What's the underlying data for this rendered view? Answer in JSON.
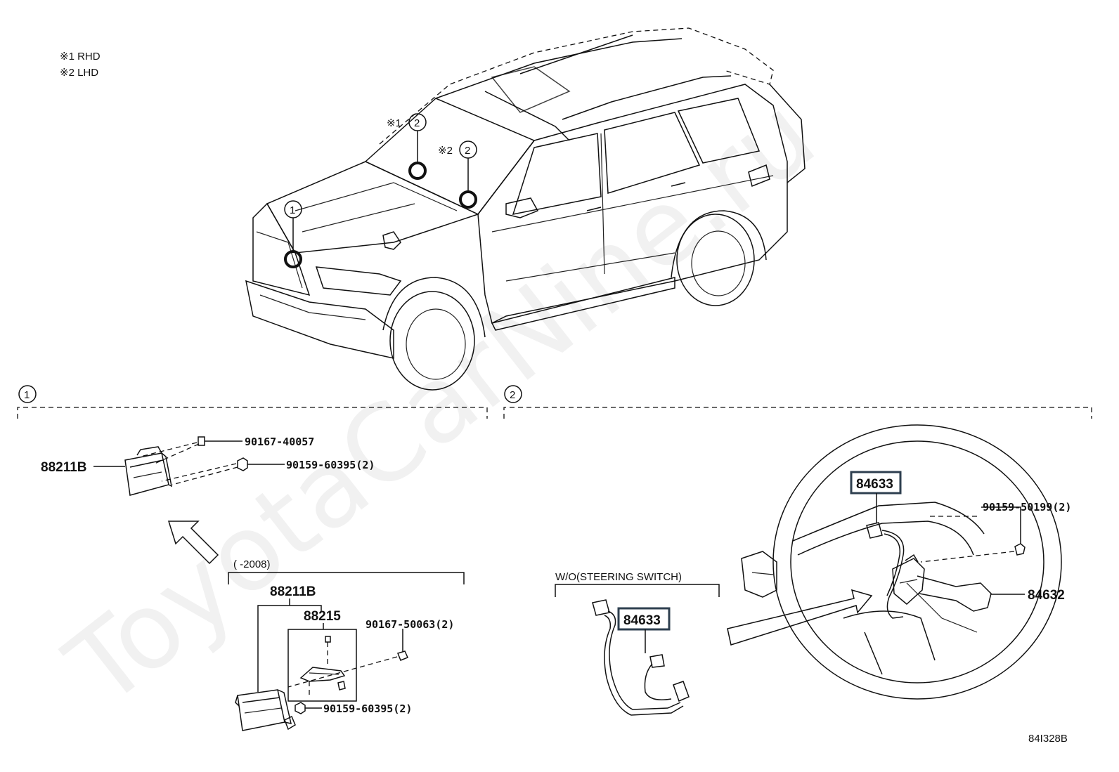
{
  "legend": {
    "note1": "※1 RHD",
    "note2": "※2 LHD"
  },
  "watermark": "ToyotaCarNine.ru",
  "callouts": {
    "c1": "1",
    "c2": "2",
    "note1_mark": "※1",
    "note2_mark": "※2"
  },
  "section1": {
    "label": "1",
    "parts": {
      "sensor": "88211B",
      "bolt_a": "90167-40057",
      "bolt_b": "90159-60395(2)"
    },
    "inset": {
      "title": "(    -2008)",
      "sensor": "88211B",
      "bracket": "88215",
      "bolt_c": "90167-50063(2)",
      "bolt_d": "90159-60395(2)"
    }
  },
  "section2": {
    "label": "2",
    "parts": {
      "switch_wire": "84633",
      "screws": "90159-50199(2)",
      "switch": "84632"
    },
    "inset": {
      "title": "W/O(STEERING SWITCH)",
      "switch_wire": "84633"
    }
  },
  "figure_code": "84I328B"
}
